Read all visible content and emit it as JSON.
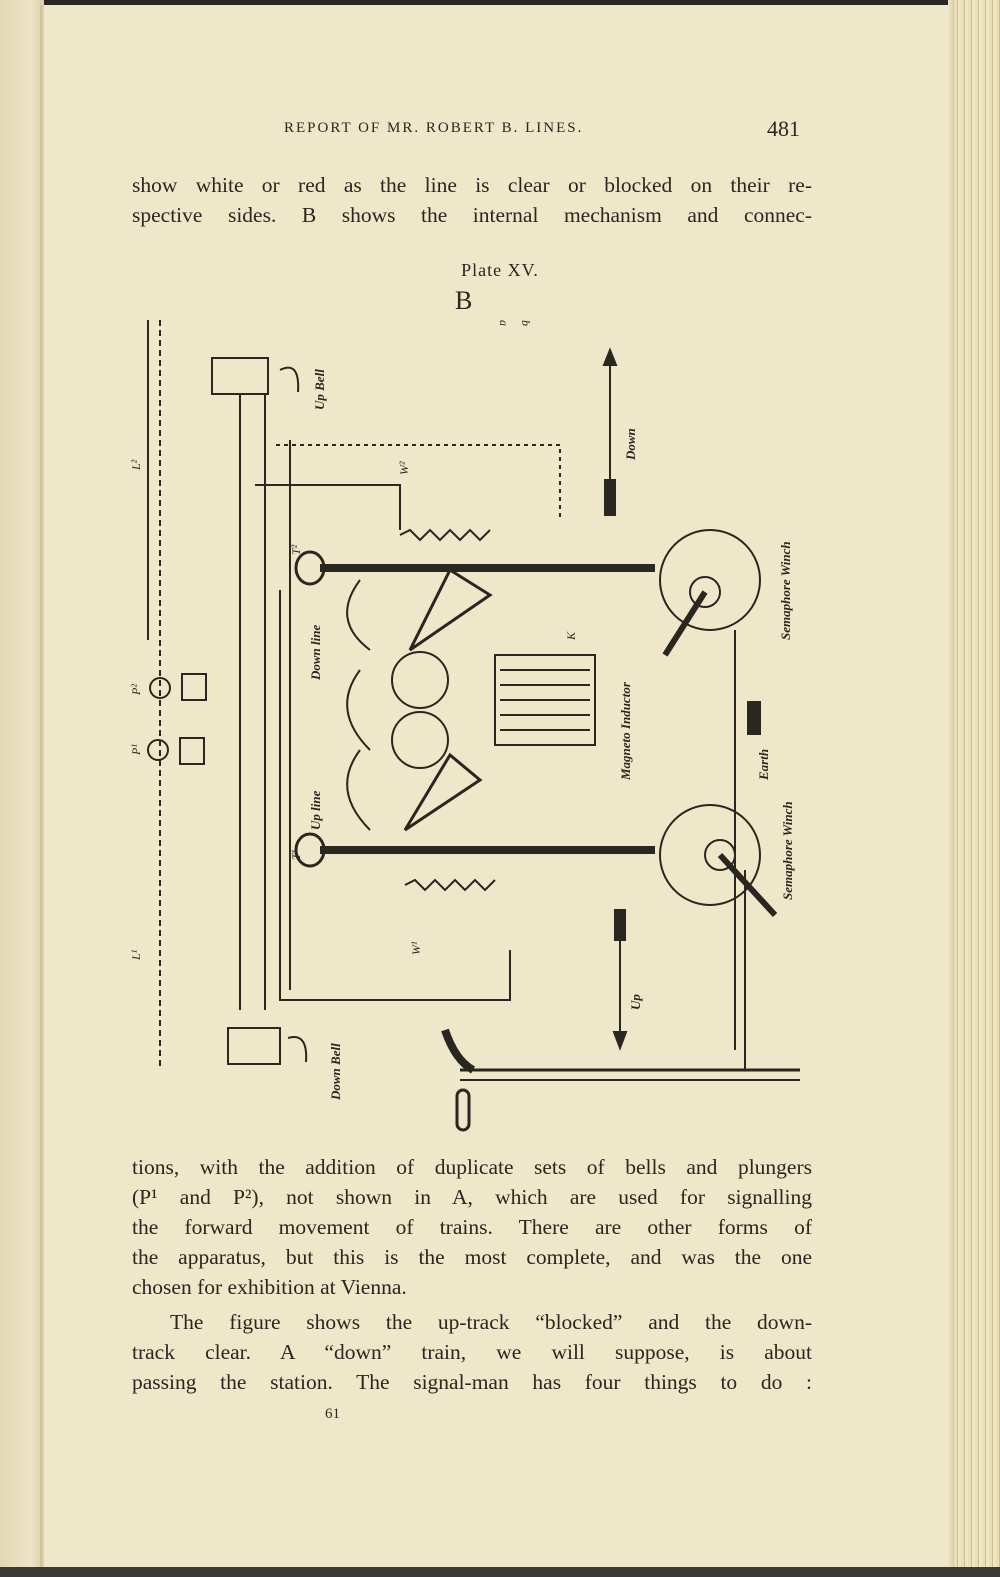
{
  "header": {
    "title": "REPORT OF MR. ROBERT B. LINES.",
    "page_number": "481"
  },
  "paragraph_top": [
    "show white or red as the line is clear or blocked on their re-",
    "spective sides.  B shows the internal mechanism and connec-"
  ],
  "plate": {
    "label": "Plate XV.",
    "sub": "B",
    "figure_labels": {
      "up_bell": "Up Bell",
      "down_bell": "Down Bell",
      "down": "Down",
      "up": "Up",
      "down_line": "Down line",
      "up_line": "Up line",
      "magneto_inductor": "Magneto Inductor",
      "semaphore_winch_top": "Semaphore Winch",
      "semaphore_winch_bottom": "Semaphore Winch",
      "earth": "Earth",
      "l2": "L²",
      "l1": "L¹",
      "p2": "P²",
      "p1": "P¹",
      "t2": "T²",
      "t1": "T¹",
      "w2": "W²",
      "w1": "W¹",
      "k": "K",
      "a": "a",
      "b": "b"
    }
  },
  "paragraph_bottom": [
    "tions, with the addition of duplicate sets of bells and plungers",
    "(P¹ and P²), not shown in A, which are used for signalling",
    "the forward movement of trains.  There are other forms of",
    "the apparatus, but this is the most complete, and was the one",
    "chosen for exhibition at Vienna."
  ],
  "paragraph_next": [
    "The figure shows the up-track “blocked” and the down-",
    "track clear.  A “down” train, we will suppose, is about",
    "passing the station.  The signal-man has four things to do :"
  ],
  "signature_mark": "61"
}
